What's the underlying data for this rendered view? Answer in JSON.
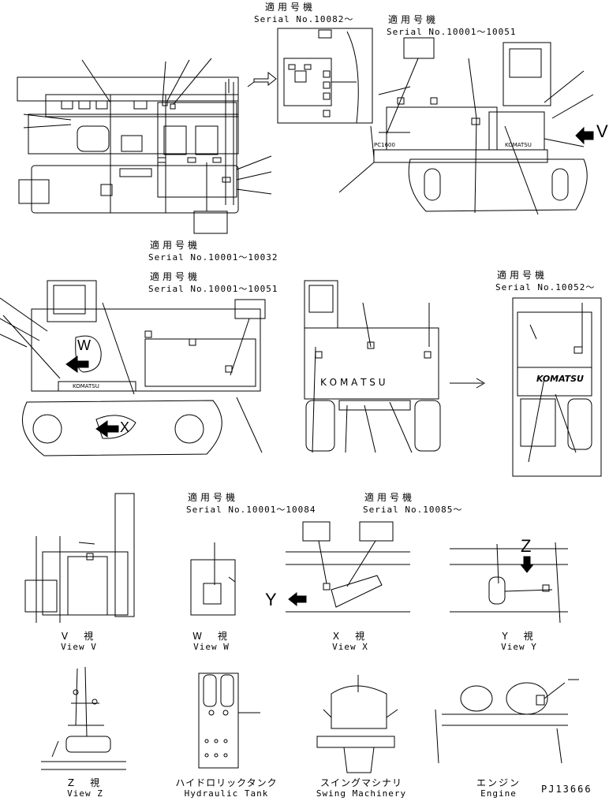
{
  "serials": {
    "s1": {
      "jp": "適用号機",
      "text": "Serial No.10082～"
    },
    "s2": {
      "jp": "適用号機",
      "text": "Serial No.10001～10051"
    },
    "s3": {
      "jp": "適用号機",
      "text": "Serial No.10001～10032"
    },
    "s4": {
      "jp": "適用号機",
      "text": "Serial No.10001～10051"
    },
    "s5": {
      "jp": "適用号機",
      "text": "Serial No.10052～"
    },
    "s6": {
      "jp": "適用号機",
      "text": "Serial No.10001～10084"
    },
    "s7": {
      "jp": "適用号機",
      "text": "Serial No.10085～"
    }
  },
  "markers": {
    "v": "V",
    "w": "W",
    "x": "X",
    "y": "Y",
    "z": "Z"
  },
  "brand": {
    "side": "KOMATSU",
    "rear": "K O M A T S U",
    "rear_new": "KOMATSU",
    "model": "PC1600"
  },
  "views": {
    "view_v": {
      "jp": "V　視",
      "en": "View V"
    },
    "view_w": {
      "jp": "W　視",
      "en": "View W"
    },
    "view_x": {
      "jp": "X　視",
      "en": "View X"
    },
    "view_y": {
      "jp": "Y　視",
      "en": "View Y"
    },
    "view_z": {
      "jp": "Z　視",
      "en": "View Z"
    },
    "hydraulic": {
      "jp": "ハイドロリックタンク",
      "en": "Hydraulic Tank"
    },
    "swing": {
      "jp": "スイングマシナリ",
      "en": "Swing Machinery"
    },
    "engine": {
      "jp": "エンジン",
      "en": "Engine"
    }
  },
  "drawing_code": "PJ13666"
}
